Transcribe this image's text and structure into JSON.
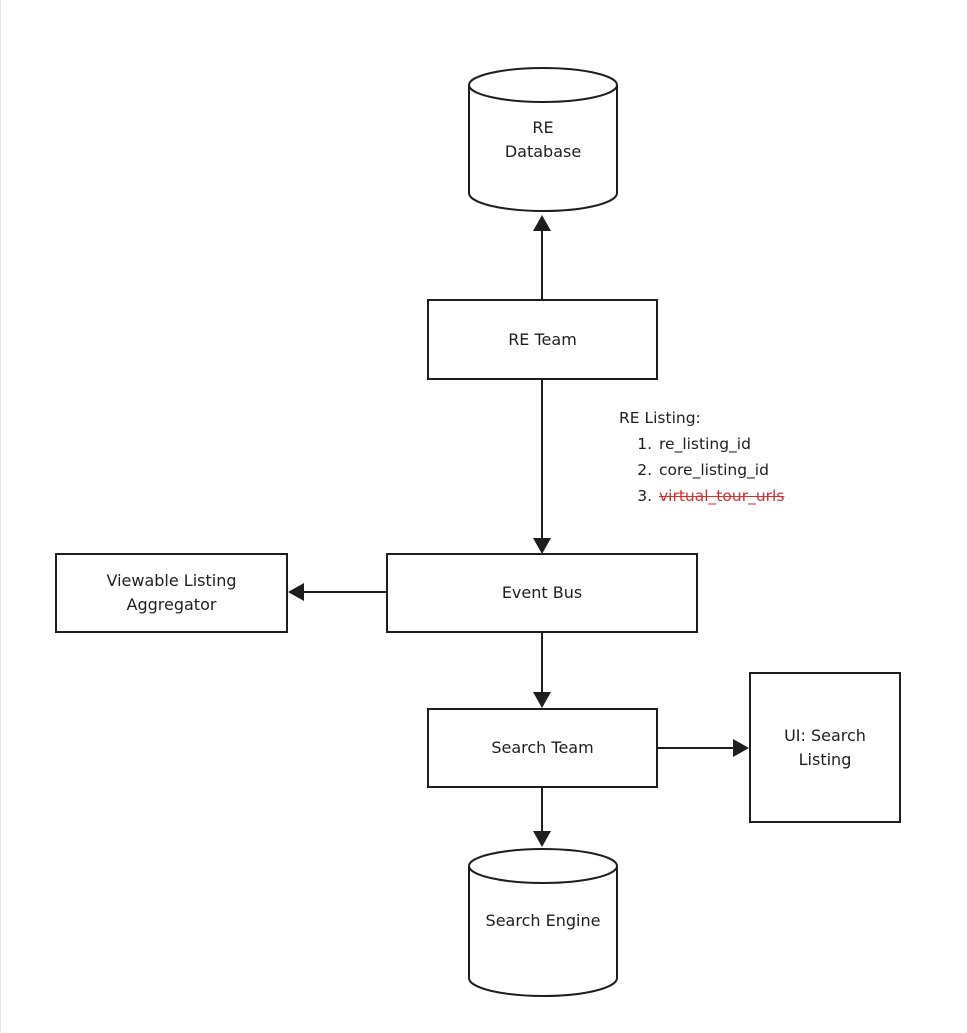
{
  "diagram": {
    "nodes": {
      "re_database": {
        "label": "RE\nDatabase",
        "shape": "cylinder"
      },
      "re_team": {
        "label": "RE Team",
        "shape": "rectangle"
      },
      "event_bus": {
        "label": "Event Bus",
        "shape": "rectangle"
      },
      "viewable_listing_aggregator": {
        "label": "Viewable Listing\nAggregator",
        "shape": "rectangle"
      },
      "search_team": {
        "label": "Search Team",
        "shape": "rectangle"
      },
      "ui_search_listing": {
        "label": "UI: Search\nListing",
        "shape": "rectangle"
      },
      "search_engine": {
        "label": "Search Engine",
        "shape": "cylinder"
      }
    },
    "edges": [
      {
        "from": "re_team",
        "to": "re_database"
      },
      {
        "from": "re_team",
        "to": "event_bus"
      },
      {
        "from": "event_bus",
        "to": "viewable_listing_aggregator"
      },
      {
        "from": "event_bus",
        "to": "search_team"
      },
      {
        "from": "search_team",
        "to": "ui_search_listing"
      },
      {
        "from": "search_team",
        "to": "search_engine"
      }
    ],
    "annotation": {
      "title": "RE Listing:",
      "items": [
        {
          "text": "re_listing_id",
          "struck": false
        },
        {
          "text": "core_listing_id",
          "struck": false
        },
        {
          "text": "virtual_tour_urls",
          "struck": true,
          "color": "#d62f2f"
        }
      ]
    },
    "colors": {
      "stroke": "#1e1e1e",
      "background": "#ffffff",
      "struck_text": "#d62f2f"
    }
  }
}
